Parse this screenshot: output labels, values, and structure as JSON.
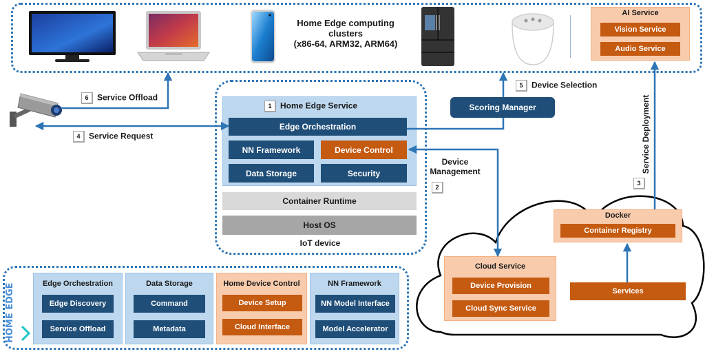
{
  "clusters": {
    "title": "Home Edge computing clusters",
    "subtitle": "(x86-64,  ARM32,  ARM64)"
  },
  "ai_service": {
    "title": "AI Service",
    "items": [
      "Vision Service",
      "Audio Service"
    ]
  },
  "steps": {
    "service_offload": {
      "num": "6",
      "label": "Service Offload"
    },
    "service_request": {
      "num": "4",
      "label": "Service Request"
    },
    "device_selection": {
      "num": "5",
      "label": "Device Selection"
    },
    "device_management": {
      "num": "2",
      "label_line1": "Device",
      "label_line2": "Management"
    },
    "service_deployment": {
      "num": "3",
      "label": "Service Deployment"
    }
  },
  "home_edge_service": {
    "num": "1",
    "title": "Home Edge Service",
    "edge_orchestration": "Edge Orchestration",
    "nn_framework": "NN Framework",
    "device_control": "Device Control",
    "data_storage": "Data Storage",
    "security": "Security"
  },
  "iot_device": {
    "container_runtime": "Container Runtime",
    "host_os": "Host OS",
    "label": "IoT device"
  },
  "scoring_manager": "Scoring Manager",
  "cloud": {
    "docker": {
      "title": "Docker",
      "registry": "Container Registry"
    },
    "services": "Services",
    "cloud_service": {
      "title": "Cloud Service",
      "items": [
        "Device Provision",
        "Cloud  Sync Service"
      ]
    }
  },
  "logo": {
    "text": "HOME EDGE"
  },
  "legend": {
    "panels": [
      {
        "title": "Edge  Orchestration",
        "items": [
          "Edge Discovery",
          "Service Offload"
        ]
      },
      {
        "title": "Data Storage",
        "items": [
          "Command",
          "Metadata"
        ]
      },
      {
        "title": "Home Device Control",
        "items": [
          "Device Setup",
          "Cloud Interface"
        ]
      },
      {
        "title": "NN Framework",
        "items": [
          "NN Model Interface",
          "Model Accelerator"
        ]
      }
    ]
  },
  "colors": {
    "navy": "#1f4e79",
    "orange": "#c55a11",
    "light_blue": "#bdd7ee",
    "light_orange": "#f8cbad",
    "arrow_blue": "#2e75b6",
    "dotted_border": "#2e75b6"
  }
}
